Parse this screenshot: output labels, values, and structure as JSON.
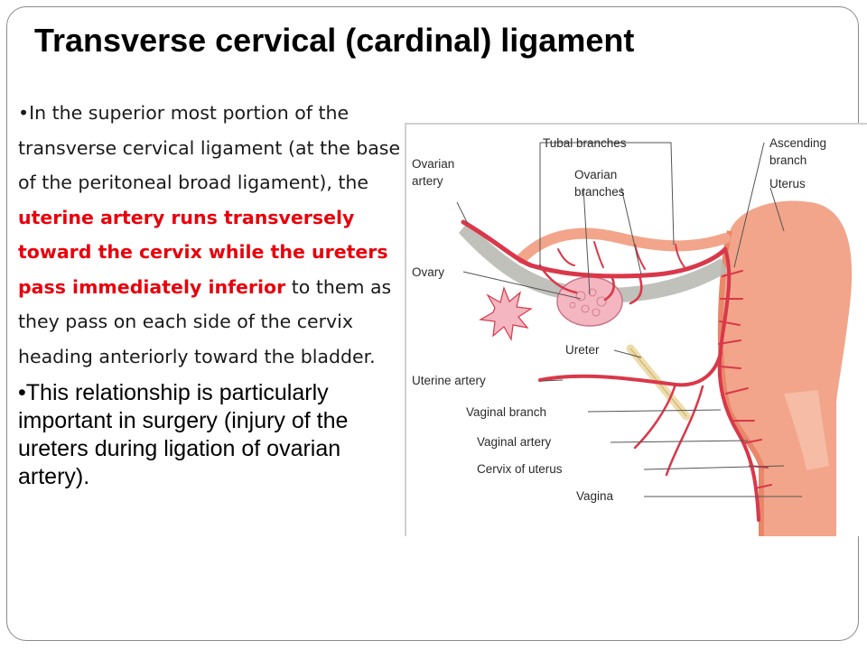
{
  "slide": {
    "title": "Transverse cervical (cardinal) ligament",
    "bullet1": {
      "marker": "•",
      "parts": [
        {
          "text": "In the superior most portion of the transverse cervical ligament (at the base of the peritoneal broad ligament), the ",
          "style": "normal"
        },
        {
          "text": "uterine artery runs transversely toward the cervix while the ureters pass immediately inferior",
          "style": "red"
        },
        {
          "text": " to them as they pass on each side of the cervix heading anteriorly toward the bladder.",
          "style": "normal"
        }
      ]
    },
    "bullet2": {
      "marker": "•",
      "text": "This relationship is particularly important in surgery (injury of the ureters during ligation of ovarian artery)."
    }
  },
  "figure": {
    "labels": {
      "tubal_branches": "Tubal branches",
      "ascending_branch_1": "Ascending",
      "ascending_branch_2": "branch",
      "ovarian_artery_1": "Ovarian",
      "ovarian_artery_2": "artery",
      "ovarian_branches_1": "Ovarian",
      "ovarian_branches_2": "branches",
      "uterus": "Uterus",
      "ovary": "Ovary",
      "ureter": "Ureter",
      "uterine_artery": "Uterine artery",
      "vaginal_branch": "Vaginal branch",
      "vaginal_artery": "Vaginal artery",
      "cervix_of_uterus": "Cervix of uterus",
      "vagina": "Vagina"
    },
    "colors": {
      "artery": "#d9384a",
      "uterus": "#f2a58a",
      "uterus_dark": "#e8876a",
      "ovary": "#f4b6c0",
      "ligament": "#b9bab4",
      "ureter": "#eedcaa",
      "leader_line": "#555555"
    }
  }
}
